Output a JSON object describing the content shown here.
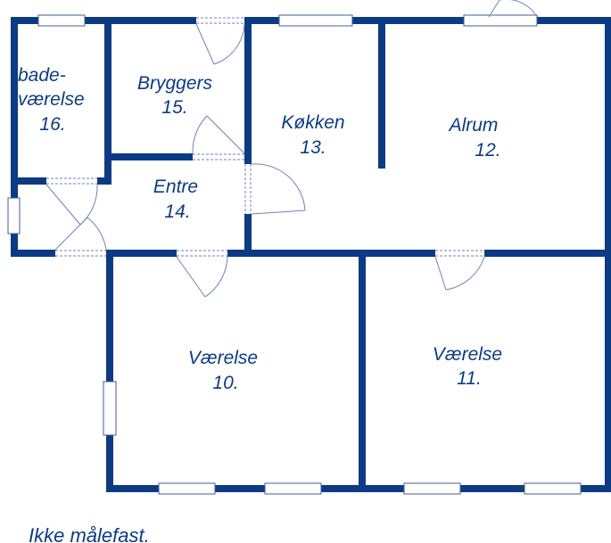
{
  "rooms": {
    "bad": {
      "line1": "bade-",
      "line2": "værelse",
      "number": "16."
    },
    "bryggers": {
      "name": "Bryggers",
      "number": "15."
    },
    "koekken": {
      "name": "Køkken",
      "number": "13."
    },
    "alrum": {
      "name": "Alrum",
      "number": "12."
    },
    "entre": {
      "name": "Entre",
      "number": "14."
    },
    "vaerelse10": {
      "name": "Værelse",
      "number": "10."
    },
    "vaerelse11": {
      "name": "Værelse",
      "number": "11."
    }
  },
  "note": "Ikke målefast.",
  "colors": {
    "wall": "#0c3b83",
    "detail": "#6d83b3"
  }
}
